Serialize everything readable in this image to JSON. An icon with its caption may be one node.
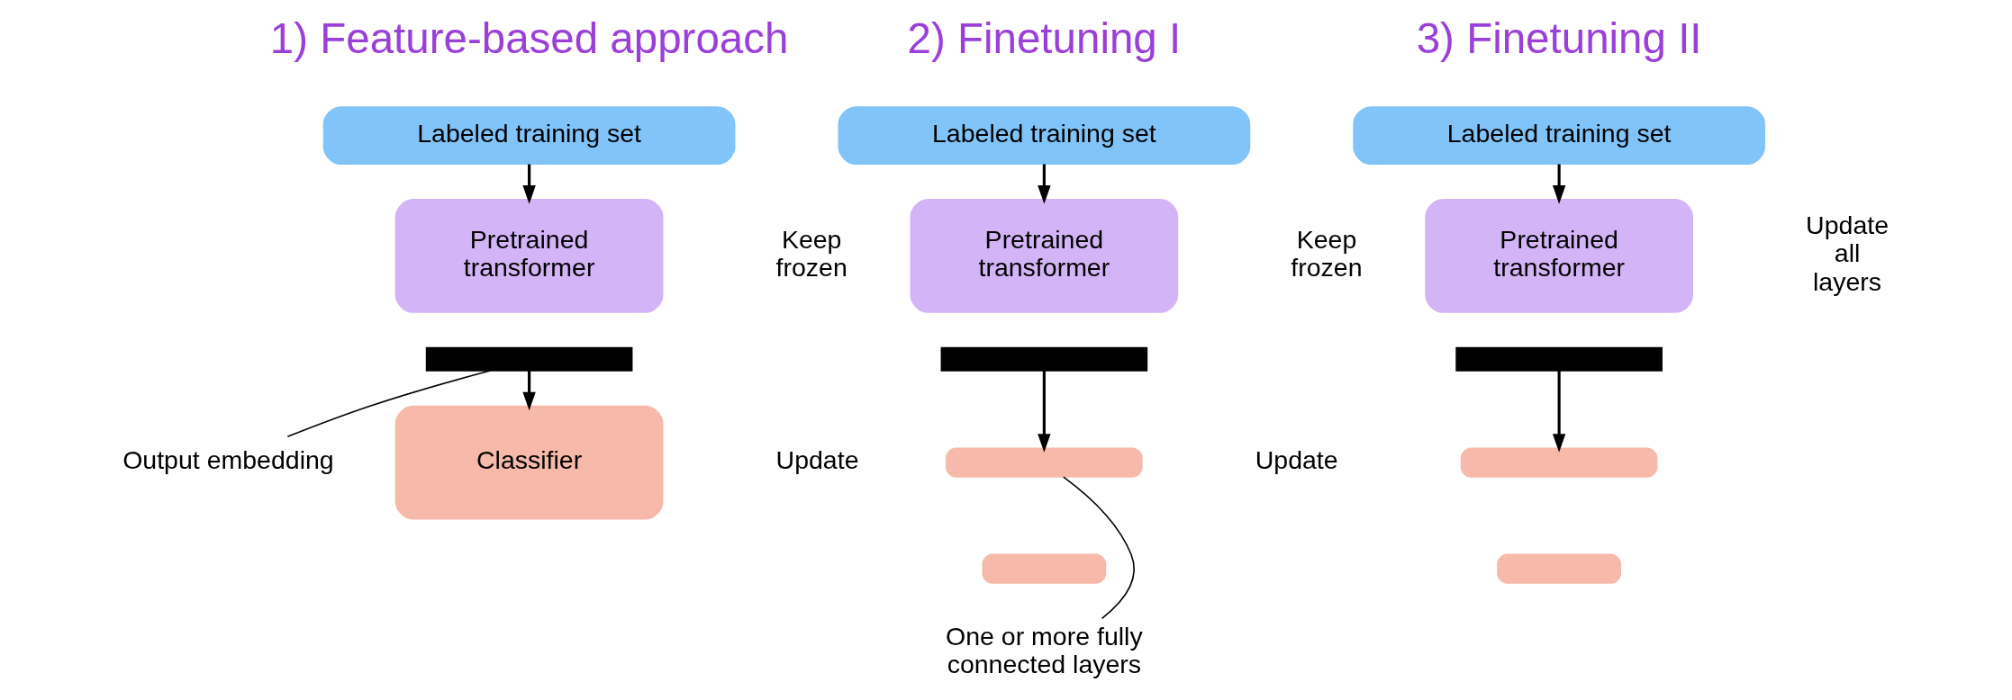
{
  "diagram": {
    "nodes": [
      {
        "text": [
          "Labeled training set"
        ]
      },
      {
        "text": [
          "Pretrained transformer"
        ]
      },
      {
        "text": [],
        "shape": "bar"
      },
      {
        "text": [
          "Classifier"
        ]
      },
      {
        "text": [
          "Output embedding"
        ]
      },
      {
        "text": [
          "Labeled training set"
        ]
      },
      {
        "text": [
          "Pretrained transformer"
        ]
      },
      {
        "text": [],
        "shape": "bar"
      },
      {
        "text": [],
        "shape": "bar"
      },
      {
        "text": [],
        "shape": "bar"
      },
      {
        "text": [
          "One or more fully connected layers"
        ]
      },
      {
        "text": [
          "Labeled training set"
        ]
      },
      {
        "text": [
          "Pretrained transformer"
        ]
      },
      {
        "text": [],
        "shape": "bar"
      },
      {
        "text": [],
        "shape": "bar"
      },
      {
        "text": [],
        "shape": "bar"
      }
    ],
    "edges": [
      {
        "from": 0,
        "to": 1,
        "arrow": "to"
      },
      {
        "from": 2,
        "to": 3,
        "arrow": "to"
      },
      {
        "from": 4,
        "to": 2,
        "arrow": "none"
      },
      {
        "from": 5,
        "to": 6,
        "arrow": "to"
      },
      {
        "from": 7,
        "to": 8,
        "arrow": "to"
      },
      {
        "from": 10,
        "to": 8,
        "arrow": "none"
      },
      {
        "from": 11,
        "to": 12,
        "arrow": "to"
      },
      {
        "from": 13,
        "to": 14,
        "arrow": "to"
      }
    ],
    "labels": [
      "1) Feature-based approach",
      "2) Finetuning I",
      "3) Finetuning II",
      "Keep frozen",
      "Update",
      "Keep frozen",
      "Update",
      "Update all layers"
    ]
  }
}
